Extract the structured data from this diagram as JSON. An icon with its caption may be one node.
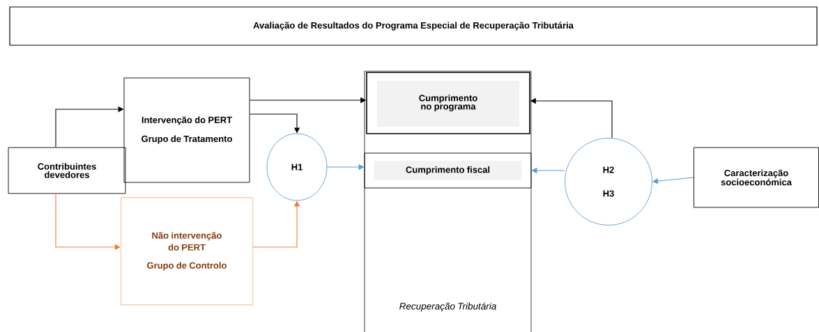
{
  "diagram": {
    "title": "Avaliação de Resultados do Programa Especial de Recuperação Tributária",
    "nodes": [
      {
        "text": [
          "Contribuintes devedores"
        ]
      },
      {
        "text": [
          "Intervenção do PERT",
          "Grupo de Tratamento"
        ]
      },
      {
        "text": [
          "Não intervenção do PERT",
          "Grupo de Controlo"
        ]
      },
      {
        "text": [
          "Recuperação Tributária"
        ]
      },
      {
        "text": [
          "Cumprimento no programa"
        ],
        "in": 3
      },
      {
        "text": [
          "Cumprimento fiscal"
        ],
        "in": 3
      },
      {
        "text": [
          "H1"
        ]
      },
      {
        "text": [
          "H2",
          "H3"
        ]
      },
      {
        "text": [
          "Caracterização socioeconómica"
        ]
      }
    ],
    "edges": [
      {
        "from": 0,
        "to": 1,
        "arrow": "to",
        "color": "#000000"
      },
      {
        "from": 0,
        "to": 2,
        "arrow": "to",
        "color": "#ed7d31"
      },
      {
        "from": 1,
        "to": 4,
        "arrow": "to",
        "color": "#000000"
      },
      {
        "from": 1,
        "to": 6,
        "arrow": "to",
        "color": "#000000"
      },
      {
        "from": 2,
        "to": 6,
        "arrow": "to",
        "color": "#ed7d31"
      },
      {
        "from": 6,
        "to": 5,
        "arrow": "to",
        "color": "#5b9bd5"
      },
      {
        "from": 7,
        "to": 4,
        "arrow": "to",
        "color": "#000000"
      },
      {
        "from": 7,
        "to": 5,
        "arrow": "to",
        "color": "#5b9bd5"
      },
      {
        "from": 8,
        "to": 7,
        "arrow": "to",
        "color": "#5b9bd5"
      }
    ]
  }
}
